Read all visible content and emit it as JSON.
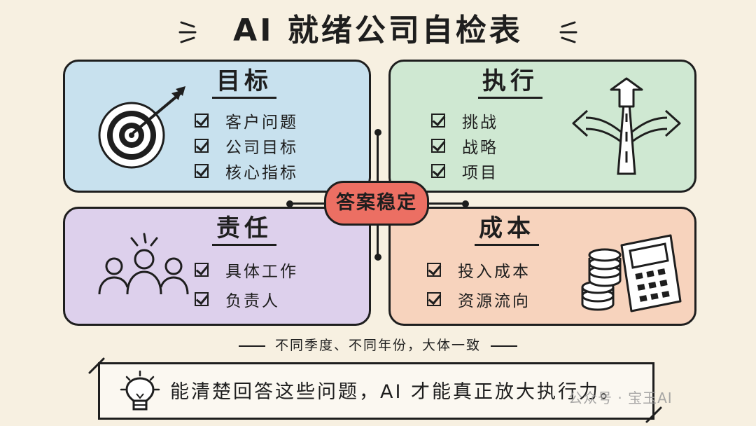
{
  "title": "AI 就绪公司自检表",
  "center_label": "答案稳定",
  "quadrants": [
    {
      "heading": "目标",
      "icon": "target-icon",
      "color": "#c8e1ee",
      "items": [
        "客户问题",
        "公司目标",
        "核心指标"
      ]
    },
    {
      "heading": "执行",
      "icon": "road-arrows-icon",
      "color": "#cfe8d2",
      "items": [
        "挑战",
        "战略",
        "项目"
      ]
    },
    {
      "heading": "责任",
      "icon": "team-icon",
      "color": "#ddd0ec",
      "items": [
        "具体工作",
        "负责人"
      ]
    },
    {
      "heading": "成本",
      "icon": "calculator-coins-icon",
      "color": "#f7d3bd",
      "items": [
        "投入成本",
        "资源流向"
      ]
    }
  ],
  "note": "不同季度、不同年份，大体一致",
  "banner": {
    "icon": "lightbulb-icon",
    "text": "能清楚回答这些问题，AI 才能真正放大执行力。"
  },
  "watermark": "公众号 · 宝玉AI"
}
